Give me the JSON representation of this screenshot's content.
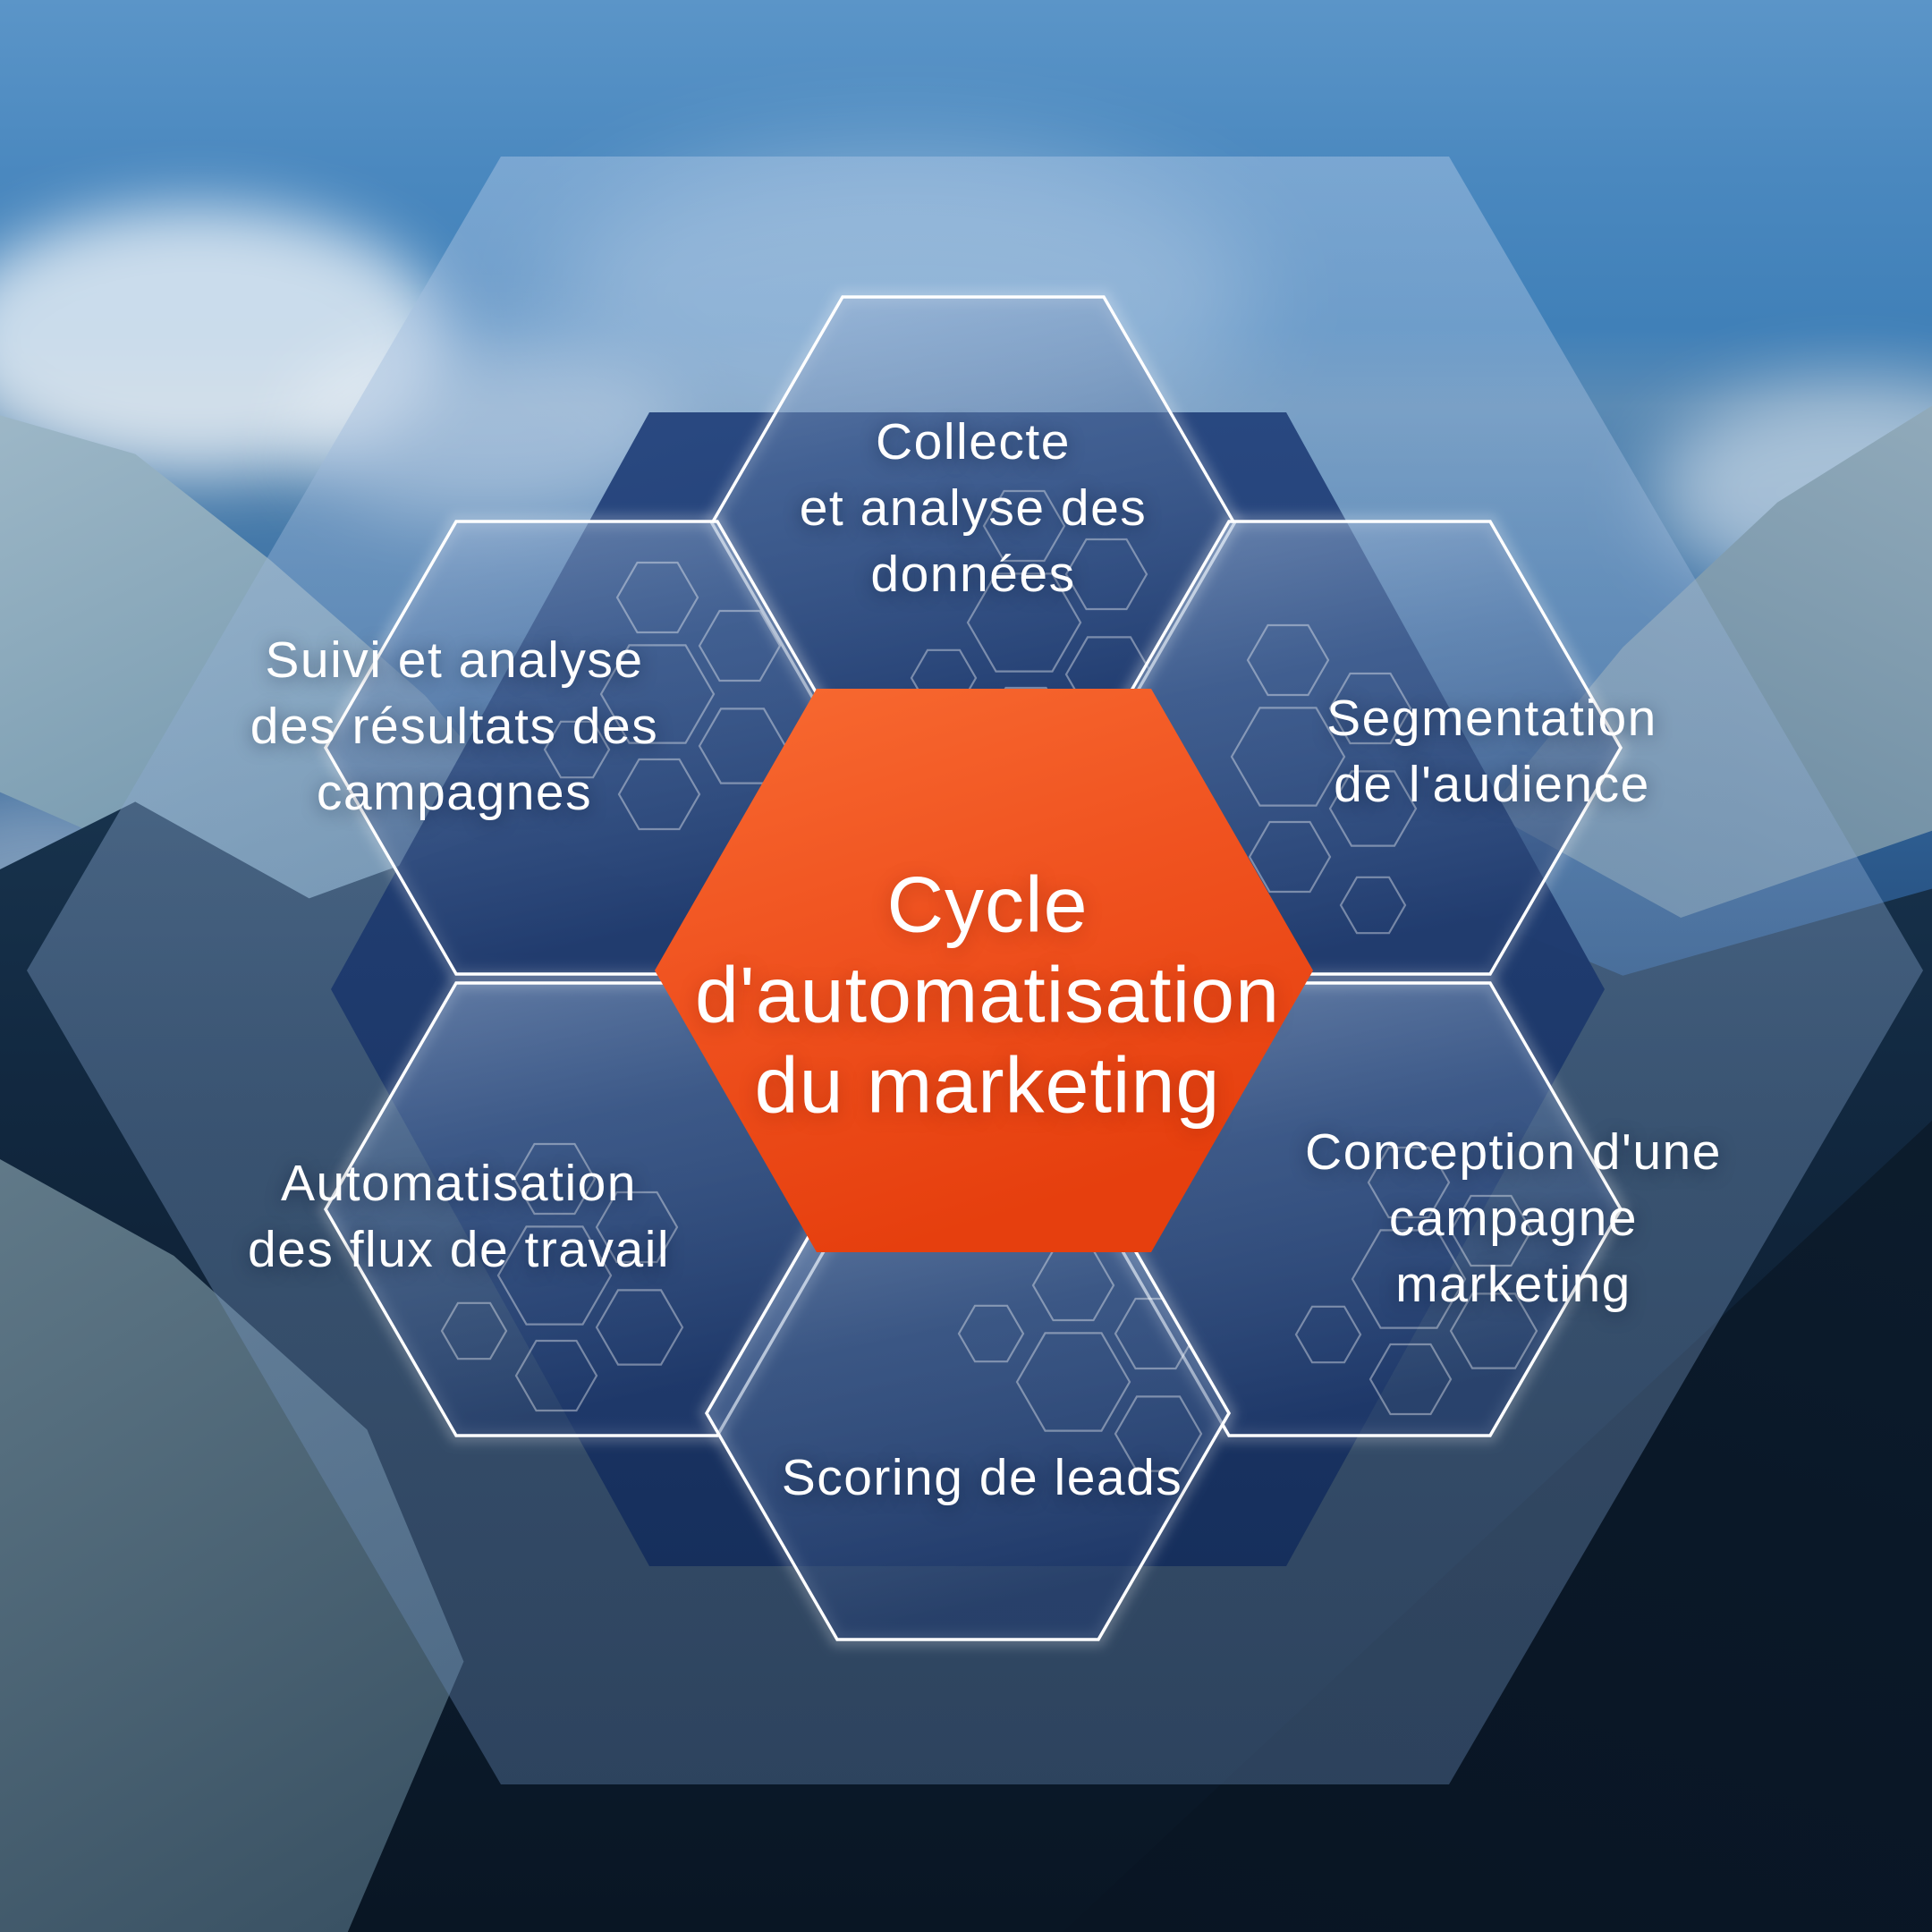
{
  "diagram": {
    "title_lines": [
      "Cycle",
      "d'automatisation",
      "du marketing"
    ],
    "nodes": [
      {
        "id": "collecte-donnees",
        "position": "top",
        "lines": [
          "Collecte",
          "et analyse des",
          "données"
        ]
      },
      {
        "id": "segmentation-audience",
        "position": "top-right",
        "lines": [
          "Segmentation",
          "de l'audience"
        ]
      },
      {
        "id": "conception-campagne",
        "position": "bottom-right",
        "lines": [
          "Conception d'une",
          "campagne",
          "marketing"
        ]
      },
      {
        "id": "scoring-leads",
        "position": "bottom",
        "lines": [
          "Scoring de leads"
        ]
      },
      {
        "id": "automatisation-flux",
        "position": "bottom-left",
        "lines": [
          "Automatisation",
          "des flux de travail"
        ]
      },
      {
        "id": "suivi-resultats",
        "position": "top-left",
        "lines": [
          "Suivi et analyse",
          "des résultats des",
          "campagnes"
        ]
      }
    ],
    "colors": {
      "accent_orange": "#f05320",
      "hexagon_navy": "#2c4a78",
      "backdrop_navy": "#17315f",
      "veil_blue": "#7da2cc",
      "border_white": "#ffffff",
      "text_white": "#ffffff"
    }
  }
}
